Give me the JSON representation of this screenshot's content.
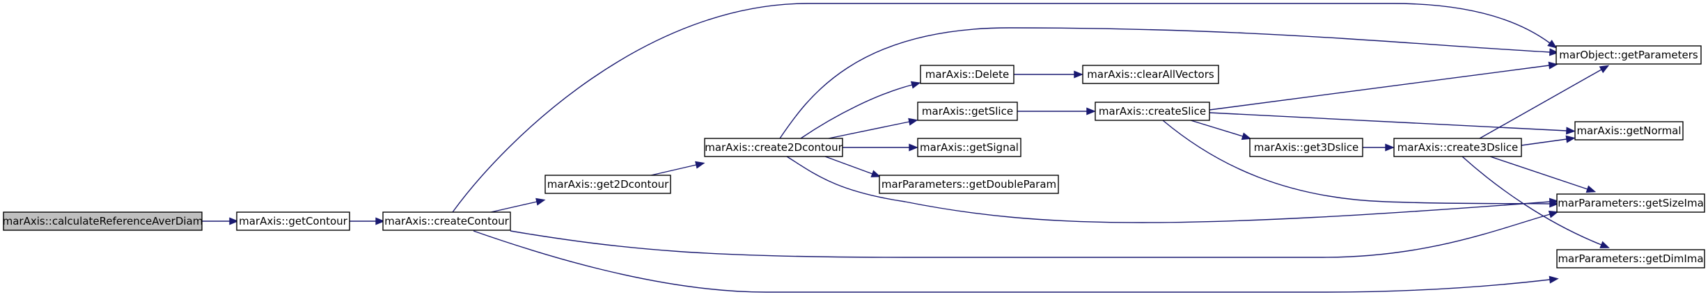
{
  "graph": {
    "edge_color": "#191970",
    "root_fill": "#bfbfbf",
    "nodes": [
      {
        "id": "calc",
        "label": "marAxis::calculateReferenceAverDiam",
        "root": true
      },
      {
        "id": "getContour",
        "label": "marAxis::getContour"
      },
      {
        "id": "createContour",
        "label": "marAxis::createContour"
      },
      {
        "id": "get2D",
        "label": "marAxis::get2Dcontour"
      },
      {
        "id": "create2D",
        "label": "marAxis::create2Dcontour"
      },
      {
        "id": "delete",
        "label": "marAxis::Delete"
      },
      {
        "id": "clearAll",
        "label": "marAxis::clearAllVectors"
      },
      {
        "id": "getSlice",
        "label": "marAxis::getSlice"
      },
      {
        "id": "getSignal",
        "label": "marAxis::getSignal"
      },
      {
        "id": "getDouble",
        "label": "marParameters::getDoubleParam"
      },
      {
        "id": "createSlice",
        "label": "marAxis::createSlice"
      },
      {
        "id": "get3D",
        "label": "marAxis::get3Dslice"
      },
      {
        "id": "create3D",
        "label": "marAxis::create3Dslice"
      },
      {
        "id": "getParams",
        "label": "marObject::getParameters"
      },
      {
        "id": "getNormal",
        "label": "marAxis::getNormal"
      },
      {
        "id": "getSize",
        "label": "marParameters::getSizeIma"
      },
      {
        "id": "getDim",
        "label": "marParameters::getDimIma"
      }
    ],
    "edges": [
      {
        "from": "calc",
        "to": "getContour"
      },
      {
        "from": "getContour",
        "to": "createContour"
      },
      {
        "from": "createContour",
        "to": "get2D"
      },
      {
        "from": "createContour",
        "to": "getParams"
      },
      {
        "from": "createContour",
        "to": "getSize"
      },
      {
        "from": "createContour",
        "to": "getDim"
      },
      {
        "from": "get2D",
        "to": "create2D"
      },
      {
        "from": "create2D",
        "to": "delete"
      },
      {
        "from": "create2D",
        "to": "getSlice"
      },
      {
        "from": "create2D",
        "to": "getSignal"
      },
      {
        "from": "create2D",
        "to": "getDouble"
      },
      {
        "from": "create2D",
        "to": "getParams"
      },
      {
        "from": "create2D",
        "to": "getSize"
      },
      {
        "from": "delete",
        "to": "clearAll"
      },
      {
        "from": "getSlice",
        "to": "createSlice"
      },
      {
        "from": "createSlice",
        "to": "get3D"
      },
      {
        "from": "createSlice",
        "to": "getParams"
      },
      {
        "from": "createSlice",
        "to": "getNormal"
      },
      {
        "from": "createSlice",
        "to": "getSize"
      },
      {
        "from": "get3D",
        "to": "create3D"
      },
      {
        "from": "create3D",
        "to": "getParams"
      },
      {
        "from": "create3D",
        "to": "getNormal"
      },
      {
        "from": "create3D",
        "to": "getSize"
      },
      {
        "from": "create3D",
        "to": "getDim"
      }
    ]
  }
}
